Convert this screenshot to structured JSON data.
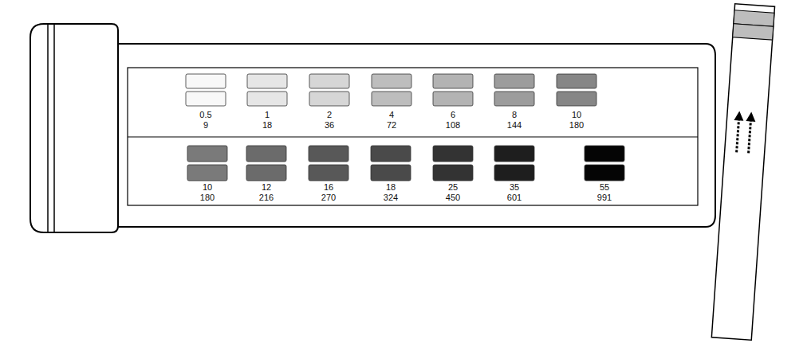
{
  "diagram": {
    "labels": [
      "0.5",
      "9",
      "1",
      "18",
      "2",
      "36",
      "4",
      "72",
      "6",
      "108",
      "8",
      "144",
      "10",
      "180",
      "10",
      "180",
      "12",
      "216",
      "16",
      "270",
      "18",
      "324",
      "25",
      "450",
      "35",
      "601",
      "55",
      "991"
    ]
  }
}
